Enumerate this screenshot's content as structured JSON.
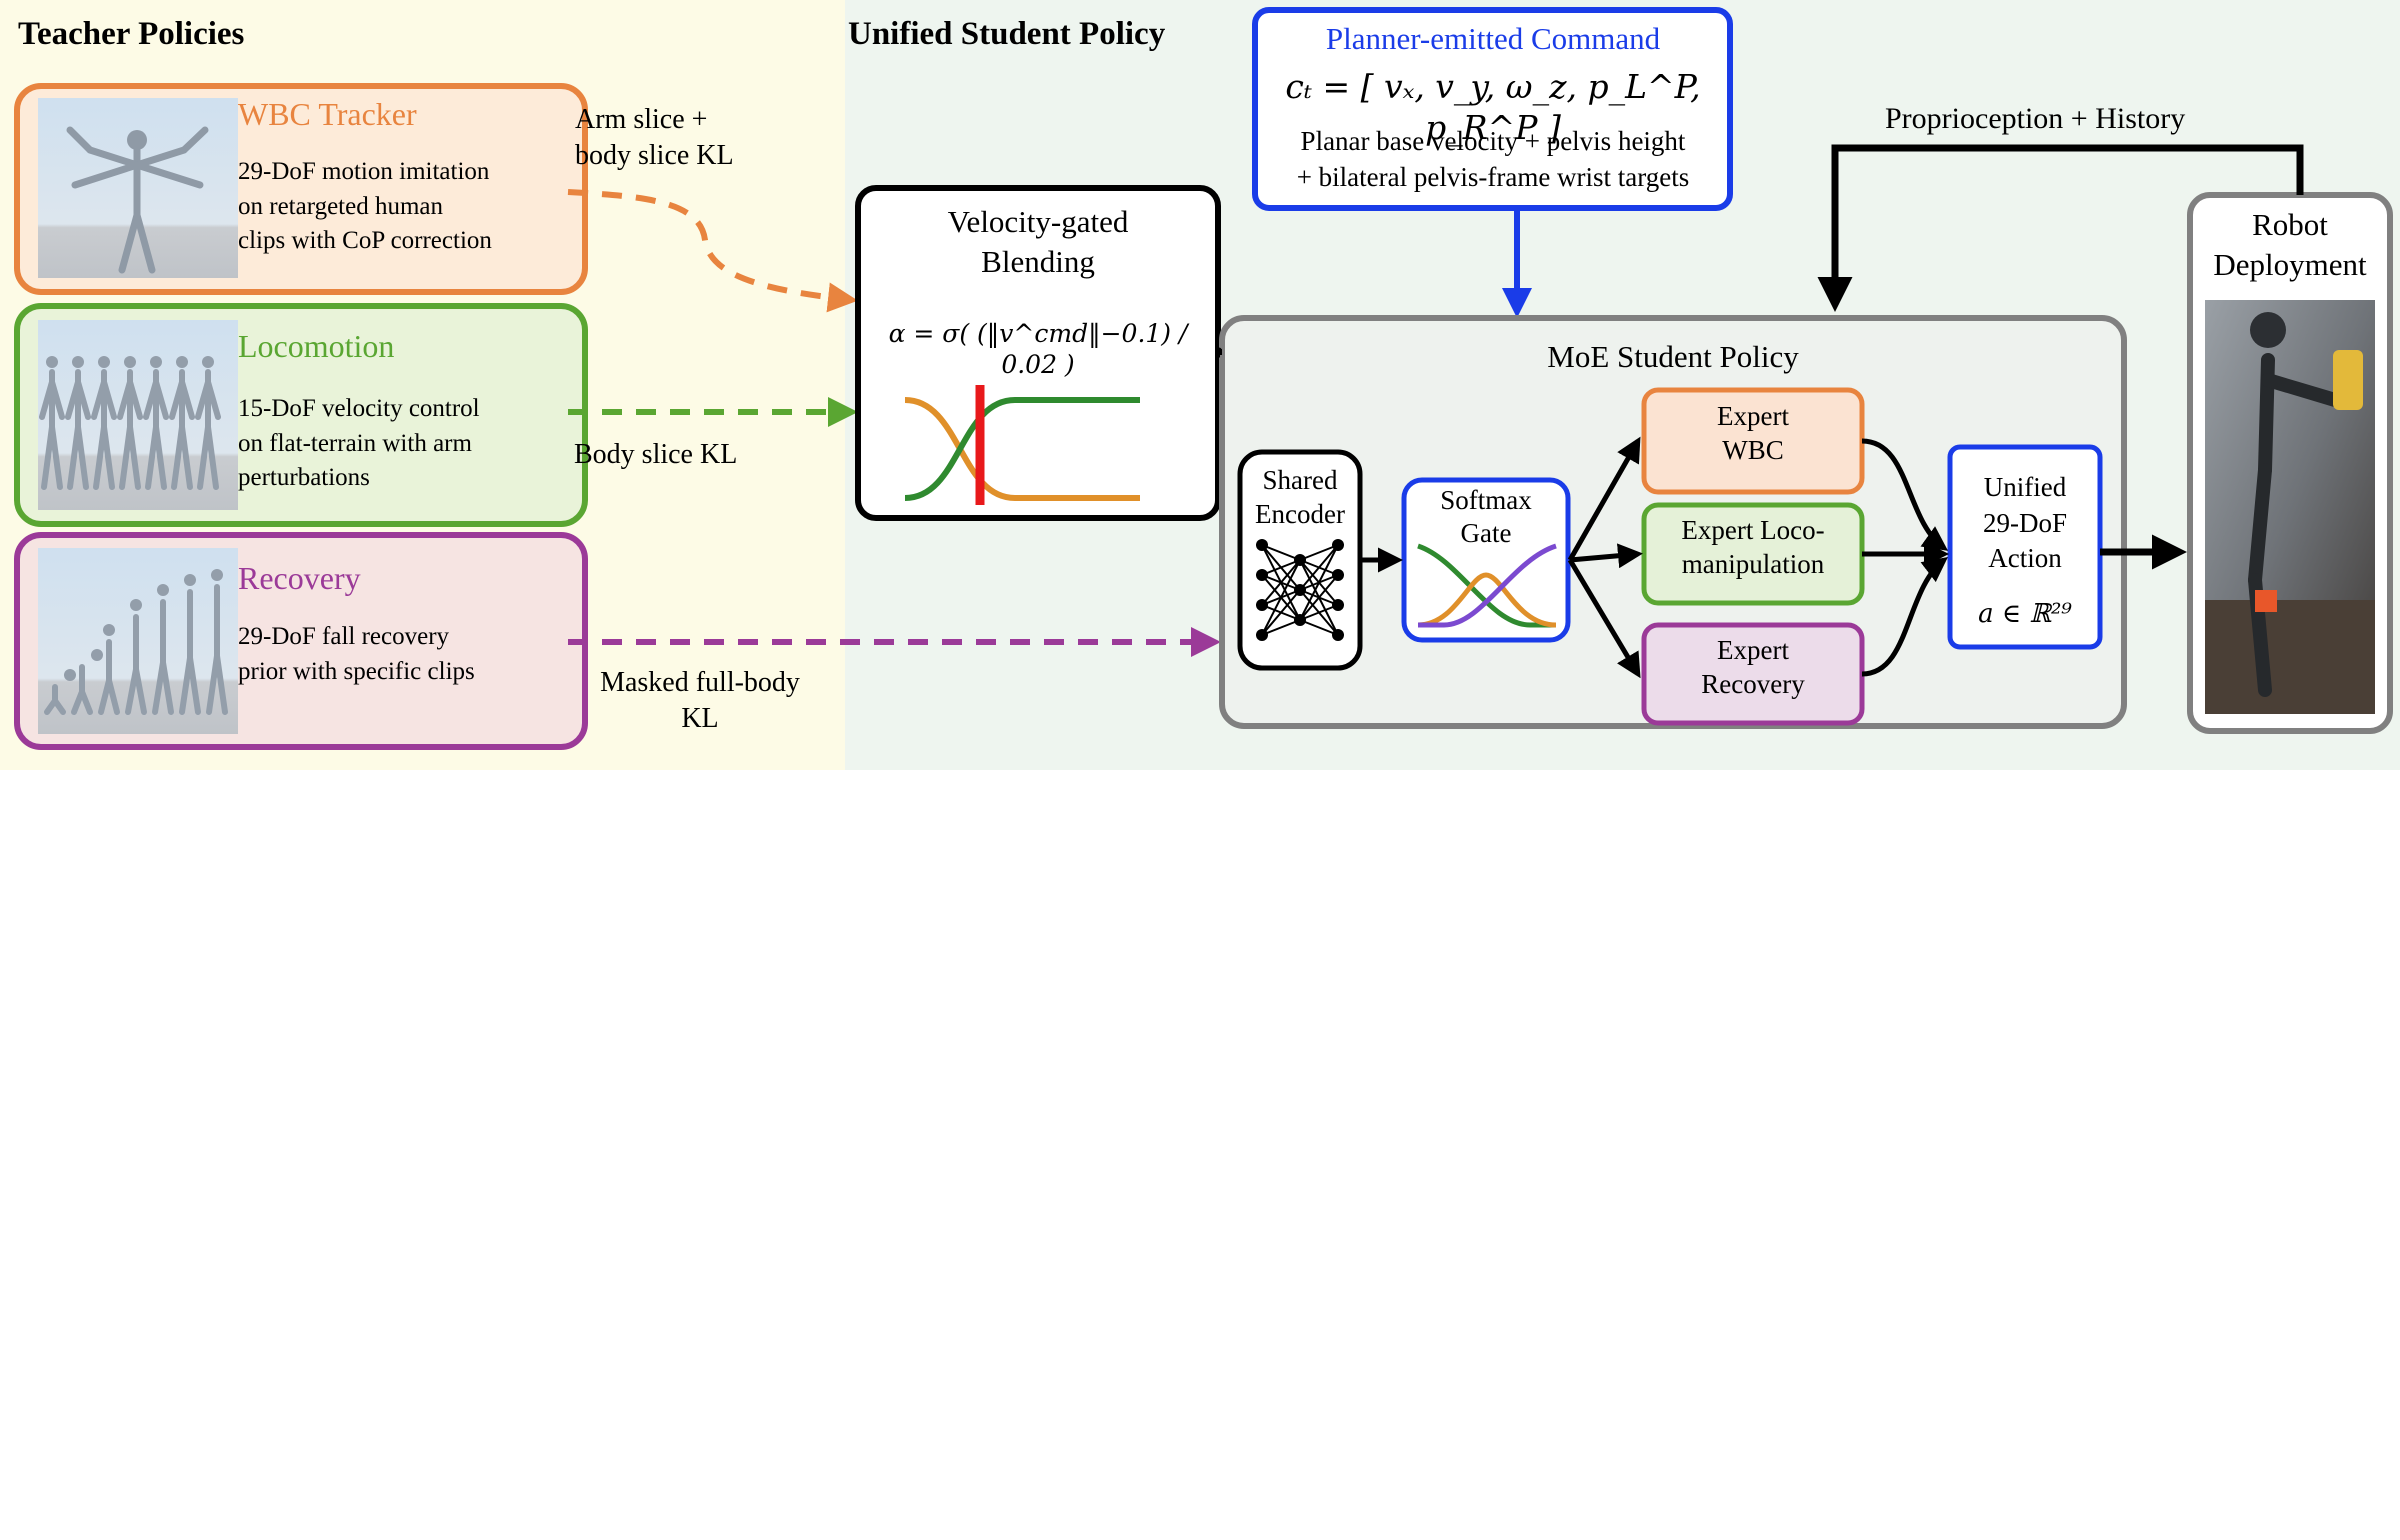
{
  "teacher": {
    "heading": "Teacher Policies",
    "wbc": {
      "title": "WBC Tracker",
      "desc": [
        "29-DoF motion imitation",
        "on retargeted human",
        "clips with CoP correction"
      ]
    },
    "loco": {
      "title": "Locomotion",
      "desc": [
        "15-DoF velocity control",
        "on flat-terrain with arm",
        "perturbations"
      ]
    },
    "recovery": {
      "title": "Recovery",
      "desc": [
        "29-DoF fall recovery",
        "prior with specific clips"
      ]
    }
  },
  "edges": {
    "arm_body_kl": [
      "Arm slice +",
      "body slice KL"
    ],
    "body_kl": "Body slice KL",
    "masked_kl": [
      "Masked full-body",
      "KL"
    ],
    "proprio": "Proprioception + History"
  },
  "student": {
    "heading": "Unified Student Policy",
    "planner": {
      "title": "Planner-emitted Command",
      "formula": "cₜ = [ vₓ, v_y, ω_z, p_L^P, p_R^P ]",
      "desc": [
        "Planar base velocity + pelvis height",
        "+ bilateral pelvis-frame wrist targets"
      ]
    },
    "blend": {
      "title": [
        "Velocity-gated",
        "Blending"
      ],
      "formula": "α = σ( (‖v^cmd‖−0.1) / 0.02 )"
    },
    "moe": {
      "title": "MoE Student Policy",
      "encoder": [
        "Shared",
        "Encoder"
      ],
      "gate": [
        "Softmax",
        "Gate"
      ],
      "experts": [
        [
          "Expert",
          "WBC"
        ],
        [
          "Expert Loco-",
          "manipulation"
        ],
        [
          "Expert",
          "Recovery"
        ]
      ],
      "action": [
        "Unified",
        "29-DoF",
        "Action"
      ],
      "action_formula": "a ∈ ℝ²⁹"
    }
  },
  "deploy": {
    "title": [
      "Robot",
      "Deployment"
    ]
  },
  "colors": {
    "wbc": "#e8843f",
    "loco": "#5aa632",
    "recovery": "#9b3a98",
    "planner": "#1a3ce8",
    "teacher_bg": "#fdfbe6",
    "student_bg": "#eef5ef"
  }
}
